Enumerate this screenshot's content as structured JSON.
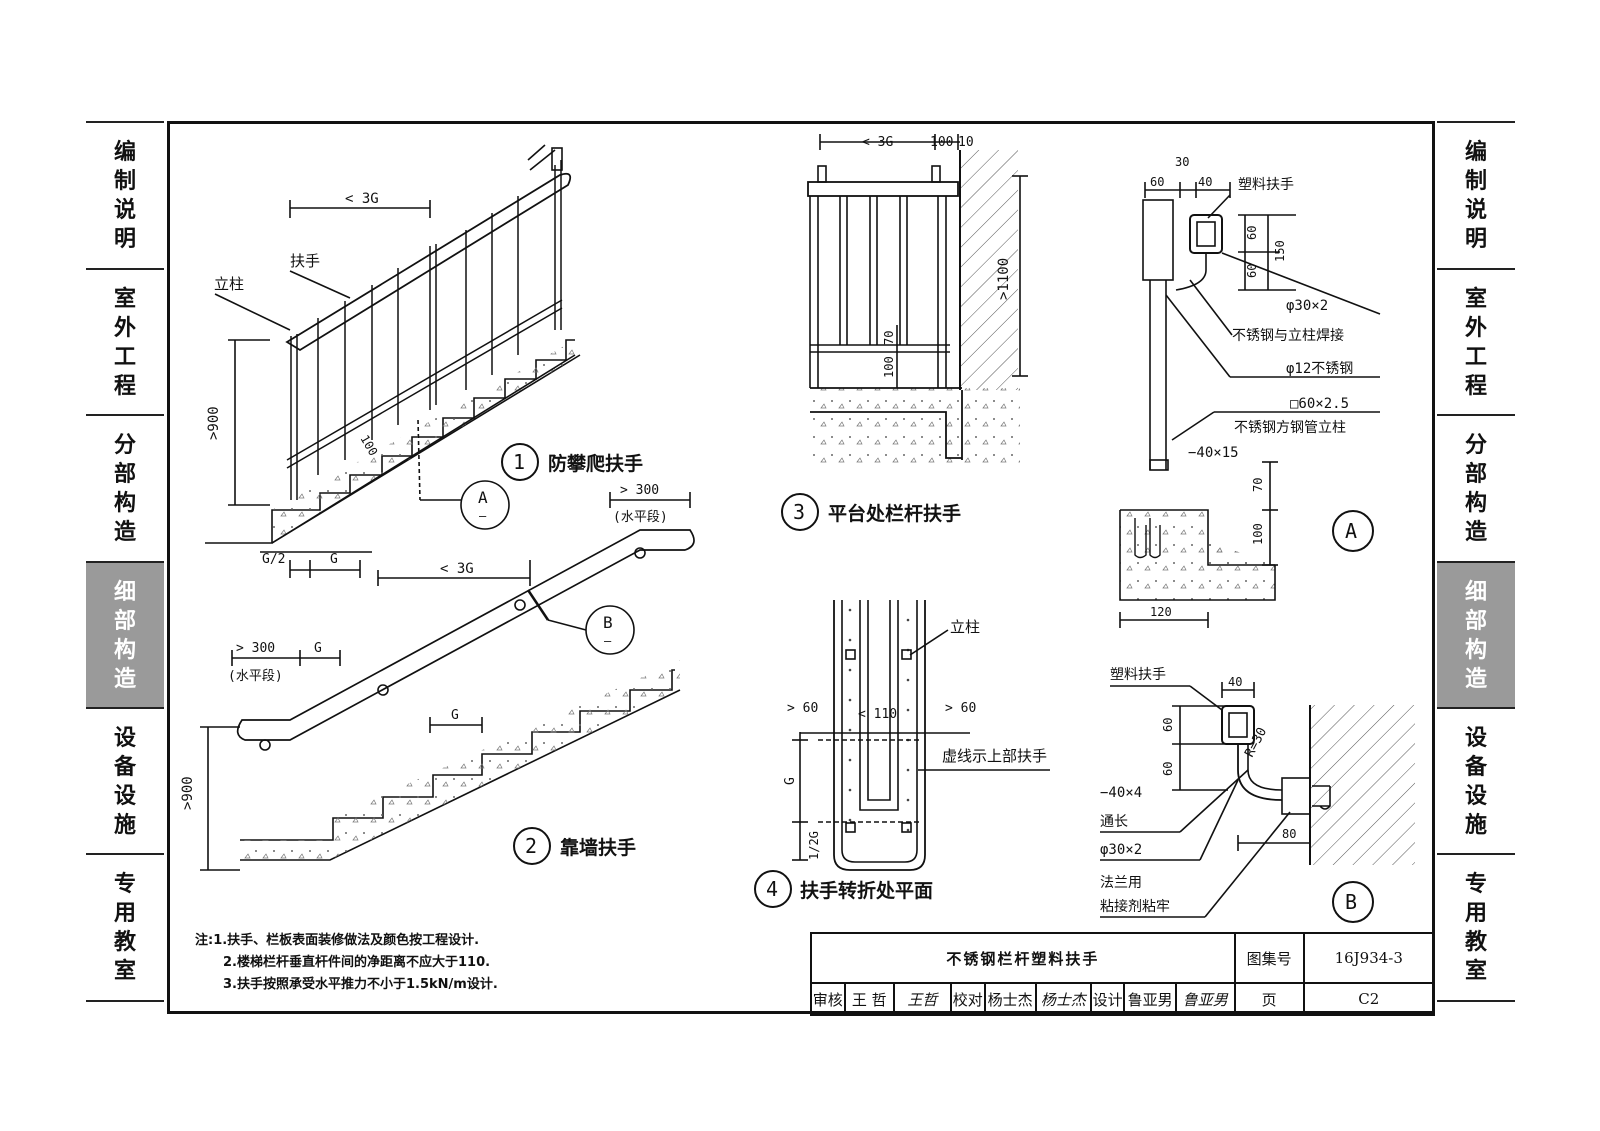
{
  "side_tabs": [
    {
      "label": "编制说明",
      "active": false
    },
    {
      "label": "室外工程",
      "active": false
    },
    {
      "label": "分部构造",
      "active": false
    },
    {
      "label": "细部构造",
      "active": true
    },
    {
      "label": "设备设施",
      "active": false
    },
    {
      "label": "专用教室",
      "active": false
    }
  ],
  "drawing": {
    "d1": {
      "number": "1",
      "title": "防攀爬扶手",
      "labels": {
        "post": "立柱",
        "rail": "扶手",
        "spacing": "< 3G",
        "height": ">900",
        "gap": "100",
        "g_half": "G/2",
        "g": "G",
        "callout_letter": "A",
        "callout_sub": "—"
      }
    },
    "d2": {
      "number": "2",
      "title": "靠墙扶手",
      "labels": {
        "spacing": "< 3G",
        "ext_top": "> 300",
        "ext_top_note": "(水平段)",
        "ext_bottom": "> 300",
        "ext_bottom_note": "(水平段)",
        "g": "G",
        "g2": "G",
        "height": ">900",
        "callout_letter": "B",
        "callout_sub": "—"
      }
    },
    "d3": {
      "number": "3",
      "title": "平台处栏杆扶手",
      "labels": {
        "spacing": "< 3G",
        "d100": "100",
        "d10": "10",
        "height": ">1100",
        "d70": "70",
        "d100b": "100"
      }
    },
    "d4": {
      "number": "4",
      "title": "扶手转折处平面",
      "labels": {
        "post": "立柱",
        "left": "> 60",
        "mid": "< 110",
        "right": "> 60",
        "dashed_note": "虚线示上部扶手",
        "g": "G",
        "half_g": "1/2G"
      }
    },
    "detailA": {
      "letter": "A",
      "labels": {
        "d30": "30",
        "d60": "60",
        "d40": "40",
        "plastic": "塑料扶手",
        "d60a": "60",
        "d60b": "60",
        "d150": "150",
        "tube": "φ30×2",
        "weld": "不锈钢与立柱焊接",
        "bar": "φ12不锈钢",
        "square": "□60×2.5",
        "post": "不锈钢方钢管立柱",
        "plate": "−40×15",
        "d70": "70",
        "d100": "100",
        "d120": "120"
      }
    },
    "detailB": {
      "letter": "B",
      "labels": {
        "plastic": "塑料扶手",
        "d40": "40",
        "d60a": "60",
        "d60b": "60",
        "radius": "R=30",
        "flat": "−40×4",
        "through": "通长",
        "tube": "φ30×2",
        "d80": "80",
        "flange": "法兰用",
        "glue": "粘接剂粘牢"
      }
    }
  },
  "notes": {
    "prefix": "注:",
    "items": [
      "1.扶手、栏板表面装修做法及颜色按工程设计.",
      "2.楼梯栏杆垂直杆件间的净距离不应大于110.",
      "3.扶手按照承受水平推力不小于1.5kN/m设计."
    ]
  },
  "title_block": {
    "title": "不锈钢栏杆塑料扶手",
    "atlas_label": "图集号",
    "atlas_no": "16J934-3",
    "review_label": "审核",
    "reviewer": "王 哲",
    "reviewer_sig": "王哲",
    "check_label": "校对",
    "checker": "杨士杰",
    "checker_sig": "杨士杰",
    "design_label": "设计",
    "designer": "鲁亚男",
    "designer_sig": "鲁亚男",
    "page_label": "页",
    "page_no": "C2"
  }
}
